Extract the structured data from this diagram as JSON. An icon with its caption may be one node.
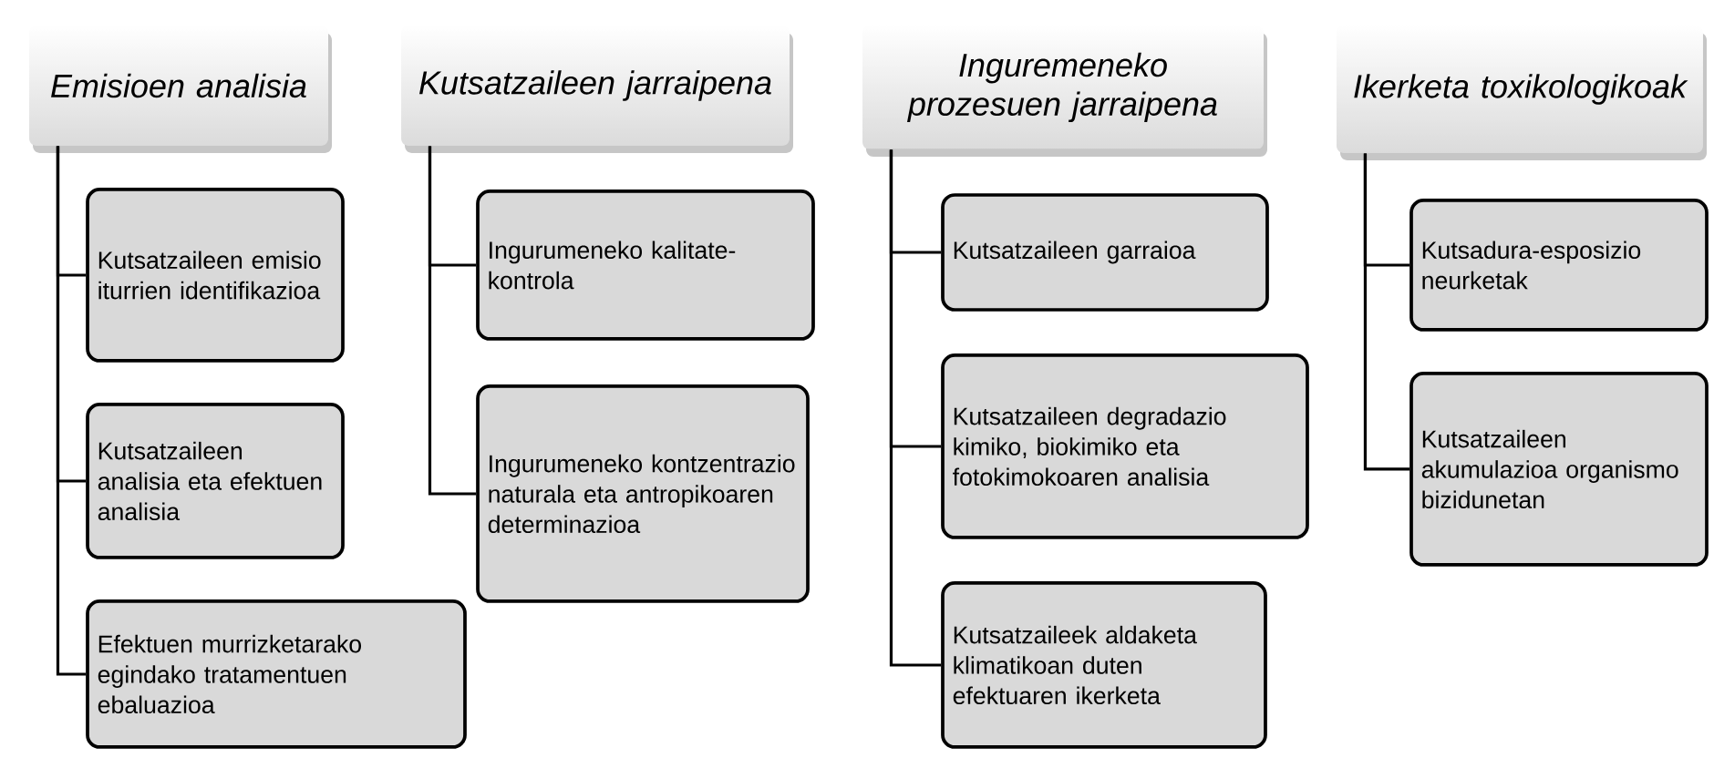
{
  "diagram": {
    "nodes": [
      {
        "text": [
          "Emisioen analisia"
        ]
      },
      {
        "text": [
          "Kutsatzaileen emisio iturrien identifikazioa"
        ]
      },
      {
        "text": [
          "Kutsatzaileen analisia eta efektuen analisia"
        ]
      },
      {
        "text": [
          "Efektuen murrizketarako egindako tratamentuen ebaluazioa"
        ]
      },
      {
        "text": [
          "Kutsatzaileen jarraipena"
        ]
      },
      {
        "text": [
          "Ingurumeneko kalitate-kontrola"
        ]
      },
      {
        "text": [
          "Ingurumeneko kontzentrazio naturala eta antropikoaren determinazioa"
        ]
      },
      {
        "text": [
          "Inguremeneko prozesuen jarraipena"
        ]
      },
      {
        "text": [
          "Kutsatzaileen garraioa"
        ]
      },
      {
        "text": [
          "Kutsatzaileen degradazio kimiko, biokimiko eta fotokimokoaren analisia"
        ]
      },
      {
        "text": [
          "Kutsatzaileek aldaketa klimatikoan duten efektuaren ikerketa"
        ]
      },
      {
        "text": [
          "Ikerketa toxikologikoak"
        ]
      },
      {
        "text": [
          "Kutsadura-esposizio neurketak"
        ]
      },
      {
        "text": [
          "Kutsatzaileen akumulazioa organismo bizidunetan"
        ]
      }
    ],
    "edges": [
      {
        "from": 0,
        "to": 1,
        "arrow": "none"
      },
      {
        "from": 0,
        "to": 2,
        "arrow": "none"
      },
      {
        "from": 0,
        "to": 3,
        "arrow": "none"
      },
      {
        "from": 4,
        "to": 5,
        "arrow": "none"
      },
      {
        "from": 4,
        "to": 6,
        "arrow": "none"
      },
      {
        "from": 7,
        "to": 8,
        "arrow": "none"
      },
      {
        "from": 7,
        "to": 9,
        "arrow": "none"
      },
      {
        "from": 7,
        "to": 10,
        "arrow": "none"
      },
      {
        "from": 11,
        "to": 12,
        "arrow": "none"
      },
      {
        "from": 11,
        "to": 13,
        "arrow": "none"
      }
    ]
  }
}
